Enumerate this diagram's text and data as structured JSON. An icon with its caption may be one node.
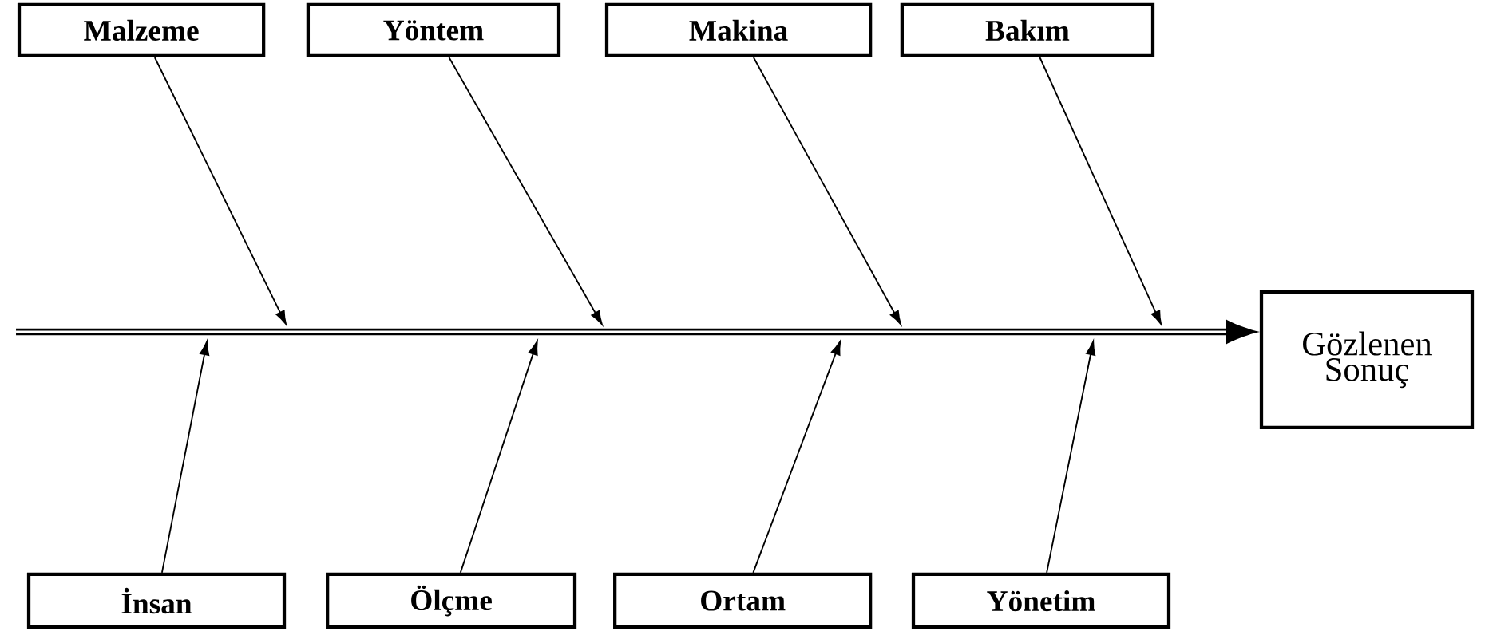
{
  "diagram": {
    "nodes": [
      {
        "text": [
          "Malzeme"
        ]
      },
      {
        "text": [
          "Yöntem"
        ]
      },
      {
        "text": [
          "Makina"
        ]
      },
      {
        "text": [
          "Bakım"
        ]
      },
      {
        "text": [
          "İnsan"
        ]
      },
      {
        "text": [
          "Ölçme"
        ]
      },
      {
        "text": [
          "Ortam"
        ]
      },
      {
        "text": [
          "Yönetim"
        ]
      },
      {
        "text": [
          "Gözlenen Sonuç"
        ]
      }
    ],
    "edges": [
      {
        "from": null,
        "to": 8,
        "arrow": "to",
        "style": "thick"
      },
      {
        "from": 0,
        "to": null,
        "arrow": "to"
      },
      {
        "from": 1,
        "to": null,
        "arrow": "to"
      },
      {
        "from": 2,
        "to": null,
        "arrow": "to"
      },
      {
        "from": 3,
        "to": null,
        "arrow": "to"
      },
      {
        "from": 4,
        "to": null,
        "arrow": "to"
      },
      {
        "from": 5,
        "to": null,
        "arrow": "to"
      },
      {
        "from": 6,
        "to": null,
        "arrow": "to"
      },
      {
        "from": 7,
        "to": null,
        "arrow": "to"
      }
    ]
  }
}
